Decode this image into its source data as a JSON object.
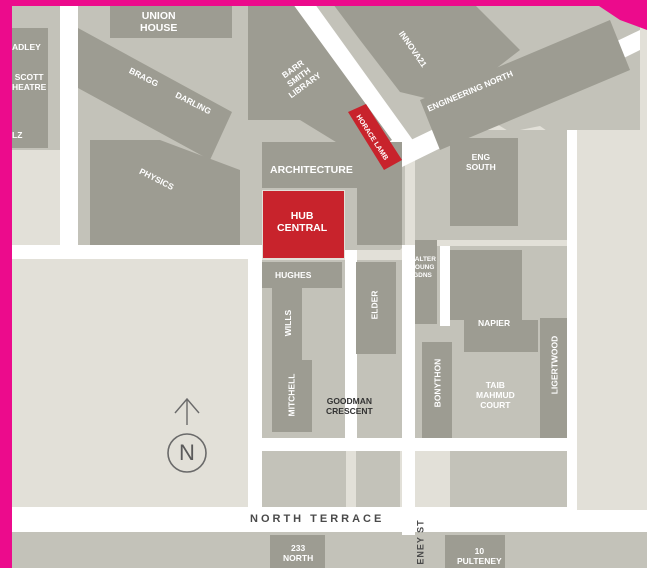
{
  "colors": {
    "magenta_frame": "#ec0b8c",
    "building": "#9d9c92",
    "block": "#c3c2b9",
    "street": "#ffffff",
    "ground": "#e2e0d8",
    "highlight": "#c8232c"
  },
  "buildings": {
    "union_house": "UNION\nHOUSE",
    "bradley": "ADLEY",
    "scott_theatre": "SCOTT\nHEATRE",
    "elz": "LZ",
    "bragg": "BRAGG",
    "darling": "DARLING",
    "physics": "PHYSICS",
    "barr_smith": "BARR\nSMITH\nLIBRARY",
    "innova21": "INNOVA21",
    "engineering_north": "ENGINEERING NORTH",
    "horace_lamb": "HORACE LAMB",
    "architecture": "ARCHITECTURE",
    "eng_south": "ENG\nSOUTH",
    "hub_central": "HUB\nCENTRAL",
    "hughes": "HUGHES",
    "walter_young": "WALTER\nYOUNG\nGDNS",
    "elder": "ELDER",
    "wills": "WILLS",
    "napier": "NAPIER",
    "mitchell": "MITCHELL",
    "goodman_crescent": "GOODMAN\nCRESCENT",
    "bonython": "BONYTHON",
    "taib_mahmud": "TAIB\nMAHMUD\nCOURT",
    "ligertwood": "LIGERTWOOD",
    "north_233": "233\nNORTH",
    "pulteney_10": "10\nPULTENEY"
  },
  "streets": {
    "north_terrace": "NORTH TERRACE",
    "pulteney_st": "ENEY ST"
  },
  "compass": {
    "letter": "N",
    "icon": "north-arrow-icon"
  },
  "selected_building": "HUB CENTRAL"
}
